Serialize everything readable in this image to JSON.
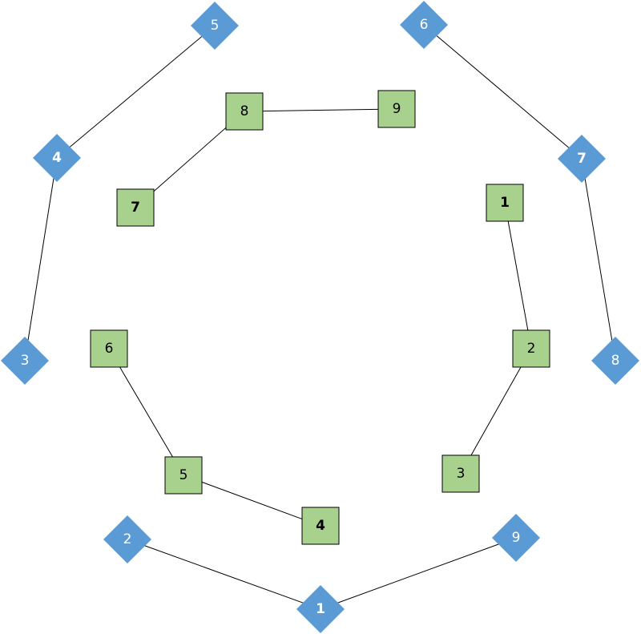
{
  "colors": {
    "diamond_fill": "#5B9BD5",
    "square_fill": "#A9D18E",
    "square_stroke": "#000000",
    "edge": "#000000",
    "diamond_text": "#ffffff",
    "square_text": "#000000"
  },
  "outer_nodes": [
    {
      "id": "d1",
      "label": "1",
      "bold": true
    },
    {
      "id": "d2",
      "label": "2",
      "bold": false
    },
    {
      "id": "d3",
      "label": "3",
      "bold": false
    },
    {
      "id": "d4",
      "label": "4",
      "bold": true
    },
    {
      "id": "d5",
      "label": "5",
      "bold": false
    },
    {
      "id": "d6",
      "label": "6",
      "bold": false
    },
    {
      "id": "d7",
      "label": "7",
      "bold": true
    },
    {
      "id": "d8",
      "label": "8",
      "bold": false
    },
    {
      "id": "d9",
      "label": "9",
      "bold": false
    }
  ],
  "inner_nodes": [
    {
      "id": "s1",
      "label": "1",
      "bold": true
    },
    {
      "id": "s2",
      "label": "2",
      "bold": false
    },
    {
      "id": "s3",
      "label": "3",
      "bold": false
    },
    {
      "id": "s4",
      "label": "4",
      "bold": true
    },
    {
      "id": "s5",
      "label": "5",
      "bold": false
    },
    {
      "id": "s6",
      "label": "6",
      "bold": false
    },
    {
      "id": "s7",
      "label": "7",
      "bold": true
    },
    {
      "id": "s8",
      "label": "8",
      "bold": false
    },
    {
      "id": "s9",
      "label": "9",
      "bold": false
    }
  ],
  "edges": [
    [
      "d2",
      "d1"
    ],
    [
      "d1",
      "d9"
    ],
    [
      "d3",
      "d4"
    ],
    [
      "d4",
      "d5"
    ],
    [
      "d6",
      "d7"
    ],
    [
      "d7",
      "d8"
    ],
    [
      "s1",
      "s2"
    ],
    [
      "s2",
      "s3"
    ],
    [
      "s4",
      "s5"
    ],
    [
      "s5",
      "s6"
    ],
    [
      "s7",
      "s8"
    ],
    [
      "s8",
      "s9"
    ]
  ]
}
